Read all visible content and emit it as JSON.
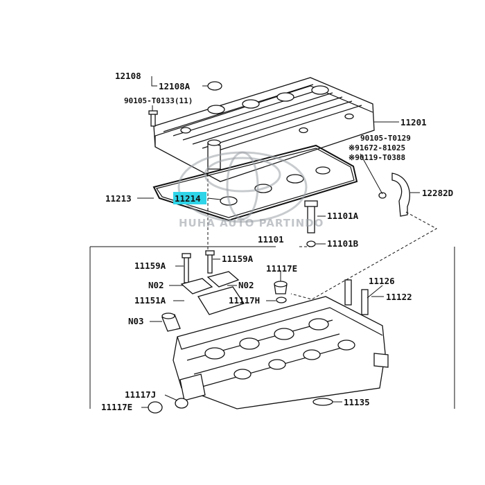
{
  "labels": {
    "l12108_cut": "12108",
    "l12108A": "12108A",
    "l90105_T0133": "90105-T0133(11)",
    "l11201": "11201",
    "l90105_T0129": "90105-T0129",
    "l91672_81025": "※91672-81025",
    "l90119_T0388": "※90119-T0388",
    "l11213": "11213",
    "l11214": "11214",
    "l12282D": "12282D",
    "l11101A": "11101A",
    "l11101": "11101",
    "l11101B": "11101B",
    "l11159A_left": "11159A",
    "l11159A_right": "11159A",
    "l11117E_top": "11117E",
    "l11126": "11126",
    "lN02_left": "N02",
    "lN02_right": "N02",
    "l11122": "11122",
    "l11151A": "11151A",
    "l11117H": "11117H",
    "lN03": "N03",
    "l11117J": "11117J",
    "l11117E_bottom": "11117E",
    "l11135": "11135"
  },
  "watermark": {
    "text": "HUHA AUTO PARTINDO"
  },
  "colors": {
    "highlight": "#2fd4e8",
    "ink": "#111111",
    "watermark": "#9aa0a6"
  }
}
